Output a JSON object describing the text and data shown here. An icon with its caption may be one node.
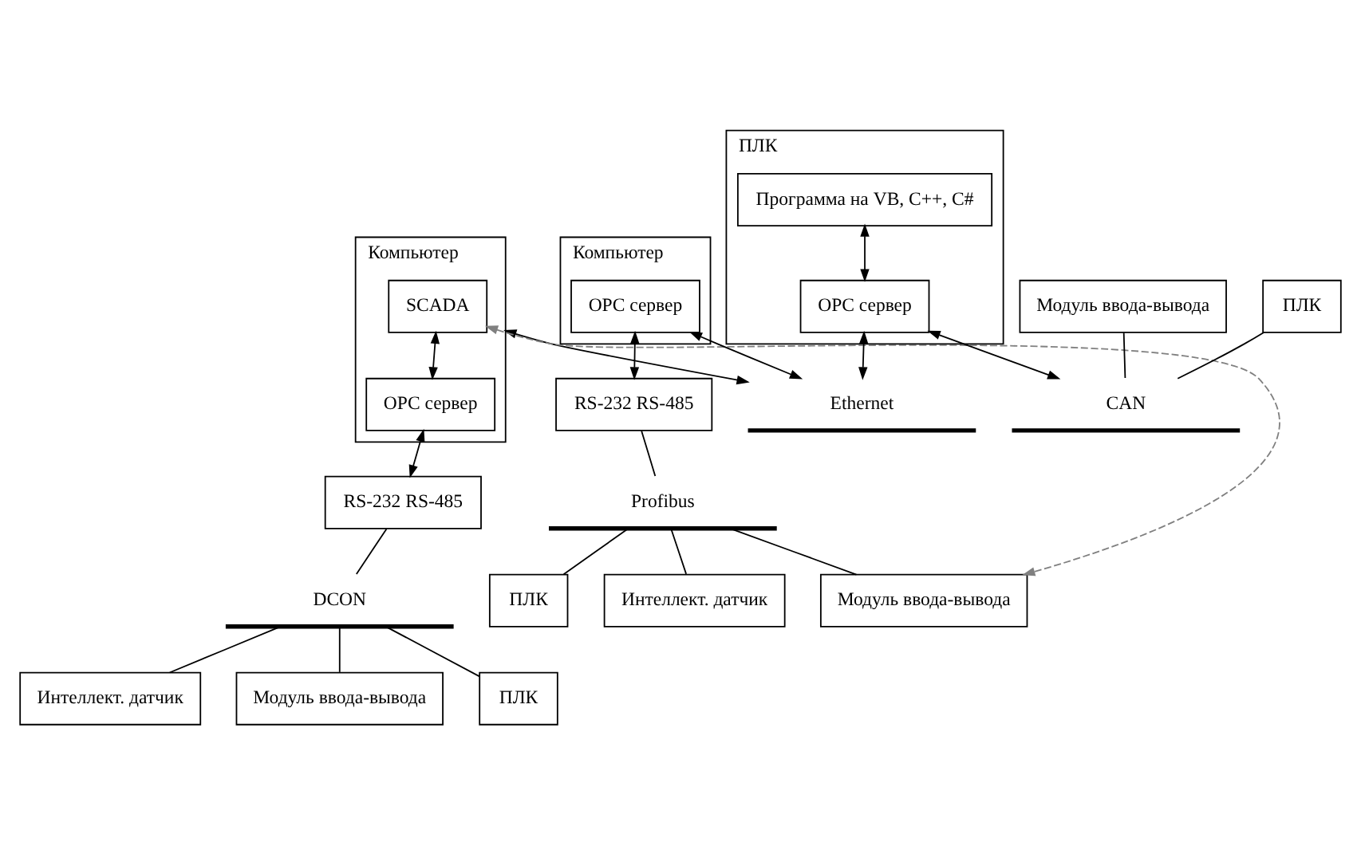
{
  "diagram": {
    "nodes": [
      {
        "text": [
          "Компьютер"
        ]
      },
      {
        "text": [
          "SCADA"
        ],
        "in": 0
      },
      {
        "text": [
          "OPC сервер"
        ],
        "in": 0
      },
      {
        "text": [
          "ПЛК"
        ]
      },
      {
        "text": [
          "Программа на VB, C++, C#"
        ],
        "in": 3
      },
      {
        "text": [
          "OPC сервер"
        ],
        "in": 3
      },
      {
        "text": [
          "Компьютер"
        ]
      },
      {
        "text": [
          "OPC сервер"
        ],
        "in": 6
      },
      {
        "text": [
          "Ethernet"
        ]
      },
      {
        "text": [
          "RS-232 RS-485"
        ]
      },
      {
        "text": [
          "DCON"
        ]
      },
      {
        "text": [
          "Интеллект. датчик"
        ]
      },
      {
        "text": [
          "Модуль ввода-вывода"
        ]
      },
      {
        "text": [
          "ПЛК"
        ]
      },
      {
        "text": [
          "CAN"
        ]
      },
      {
        "text": [
          "ПЛК"
        ]
      },
      {
        "text": [
          "Модуль ввода-вывода"
        ]
      },
      {
        "text": [
          "RS-232 RS-485"
        ]
      },
      {
        "text": [
          "Profibus"
        ]
      },
      {
        "text": [
          "Интеллект. датчик"
        ]
      },
      {
        "text": [
          "Модуль ввода-вывода"
        ]
      },
      {
        "text": [
          "ПЛК"
        ]
      }
    ],
    "edges": [
      {
        "from": 1,
        "to": 2,
        "arrow": "both"
      },
      {
        "from": 0,
        "to": 8,
        "arrow": "both"
      },
      {
        "from": 2,
        "to": 9,
        "arrow": "both"
      },
      {
        "from": 4,
        "to": 5,
        "arrow": "both"
      },
      {
        "from": 5,
        "to": 8,
        "arrow": "both"
      },
      {
        "from": 5,
        "to": 14,
        "arrow": "both"
      },
      {
        "from": 15,
        "to": 14,
        "arrow": "none"
      },
      {
        "from": 16,
        "to": 14,
        "arrow": "none"
      },
      {
        "from": 7,
        "to": 8,
        "arrow": "both"
      },
      {
        "from": 7,
        "to": 17,
        "arrow": "both"
      },
      {
        "from": 9,
        "to": 10,
        "arrow": "none"
      },
      {
        "from": 10,
        "to": 11,
        "arrow": "none"
      },
      {
        "from": 10,
        "to": 12,
        "arrow": "none"
      },
      {
        "from": 10,
        "to": 13,
        "arrow": "none"
      },
      {
        "from": 17,
        "to": 18,
        "arrow": "none"
      },
      {
        "from": 18,
        "to": 19,
        "arrow": "none"
      },
      {
        "from": 18,
        "to": 20,
        "arrow": "none"
      },
      {
        "from": 18,
        "to": 21,
        "arrow": "none"
      },
      {
        "from": 1,
        "to": 20,
        "arrow": "both",
        "style": "dashed",
        "color": "#808080"
      }
    ]
  }
}
